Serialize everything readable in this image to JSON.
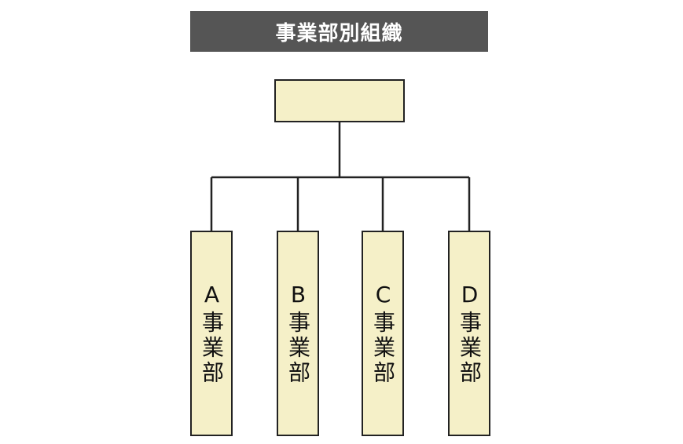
{
  "title": "事業部別組織",
  "top_box": {
    "label": ""
  },
  "divisions": [
    {
      "label": "A事業部"
    },
    {
      "label": "B事業部"
    },
    {
      "label": "C事業部"
    },
    {
      "label": "D事業部"
    }
  ],
  "colors": {
    "title_bg": "#555555",
    "title_text": "#ffffff",
    "box_fill": "#f5f0c8",
    "line": "#222222"
  }
}
